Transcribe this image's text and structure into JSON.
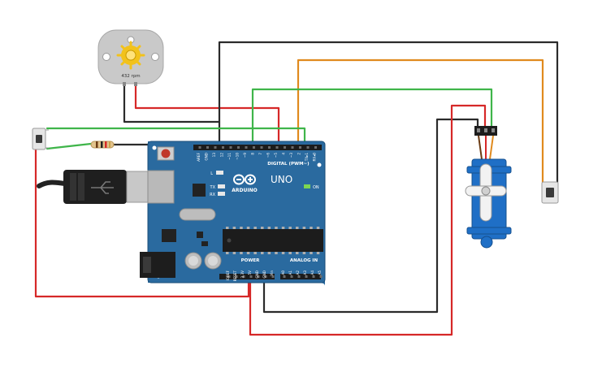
{
  "motor": {
    "speed_label": "432 rpm"
  },
  "board": {
    "brand": "ARDUINO",
    "model": "UNO",
    "on_label": "ON",
    "digital_header_label": "DIGITAL (PWM~)",
    "power_header_label": "POWER",
    "analog_header_label": "ANALOG IN",
    "led_labels": [
      "L",
      "TX",
      "RX"
    ],
    "top_pin_labels": [
      "AREF",
      "GND",
      "13",
      "12",
      "~11",
      "~10",
      "~9",
      "8",
      "7",
      "~6",
      "~5",
      "4",
      "~3",
      "2",
      "TX▸1",
      "RX◂0"
    ],
    "power_pin_labels": [
      "IOREF",
      "RESET",
      "3.3V",
      "5V",
      "GND",
      "GND",
      "Vin"
    ],
    "analog_pin_labels": [
      "A0",
      "A1",
      "A2",
      "A3",
      "A4",
      "A5"
    ]
  },
  "colors": {
    "board": "#2a6a9f",
    "wire_red": "#d62828",
    "wire_black": "#2b2b2b",
    "wire_green": "#3fb54a",
    "wire_orange": "#e08a1e",
    "servo": "#1f6fc6",
    "motor": "#c9c9c9",
    "motor_hub": "#f2c21b"
  }
}
